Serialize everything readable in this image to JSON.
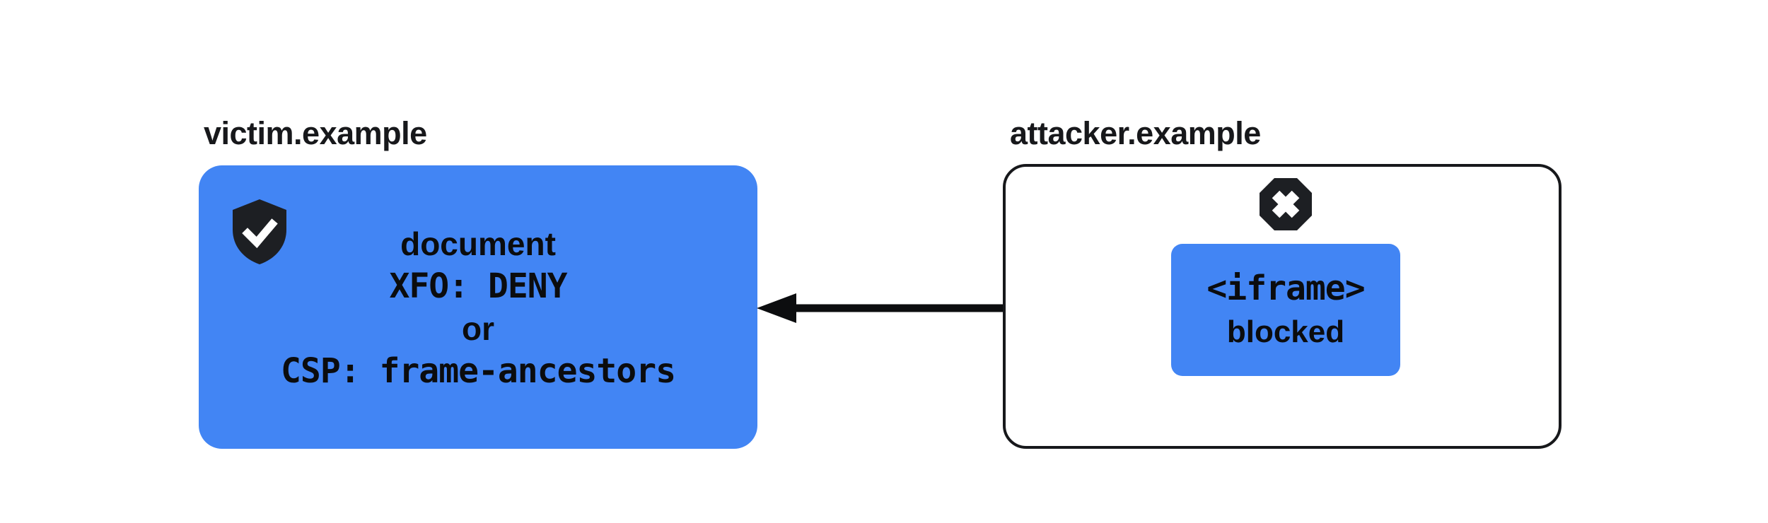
{
  "colors": {
    "background": "#ffffff",
    "accent_blue": "#4285f4",
    "ink": "#17181b"
  },
  "victim": {
    "label": "victim.example",
    "icon": "shield-check",
    "box_lines": [
      {
        "text": "document",
        "style": "sans"
      },
      {
        "text": "XFO: DENY",
        "style": "mono"
      },
      {
        "text": "or",
        "style": "sans"
      },
      {
        "text": "CSP: frame-ancestors",
        "style": "mono"
      }
    ]
  },
  "attacker": {
    "label": "attacker.example",
    "icon": "cross-octagon",
    "iframe_box_lines": [
      {
        "text": "<iframe>",
        "style": "mono"
      },
      {
        "text": "blocked",
        "style": "sans"
      }
    ]
  },
  "arrow": {
    "direction": "left"
  }
}
